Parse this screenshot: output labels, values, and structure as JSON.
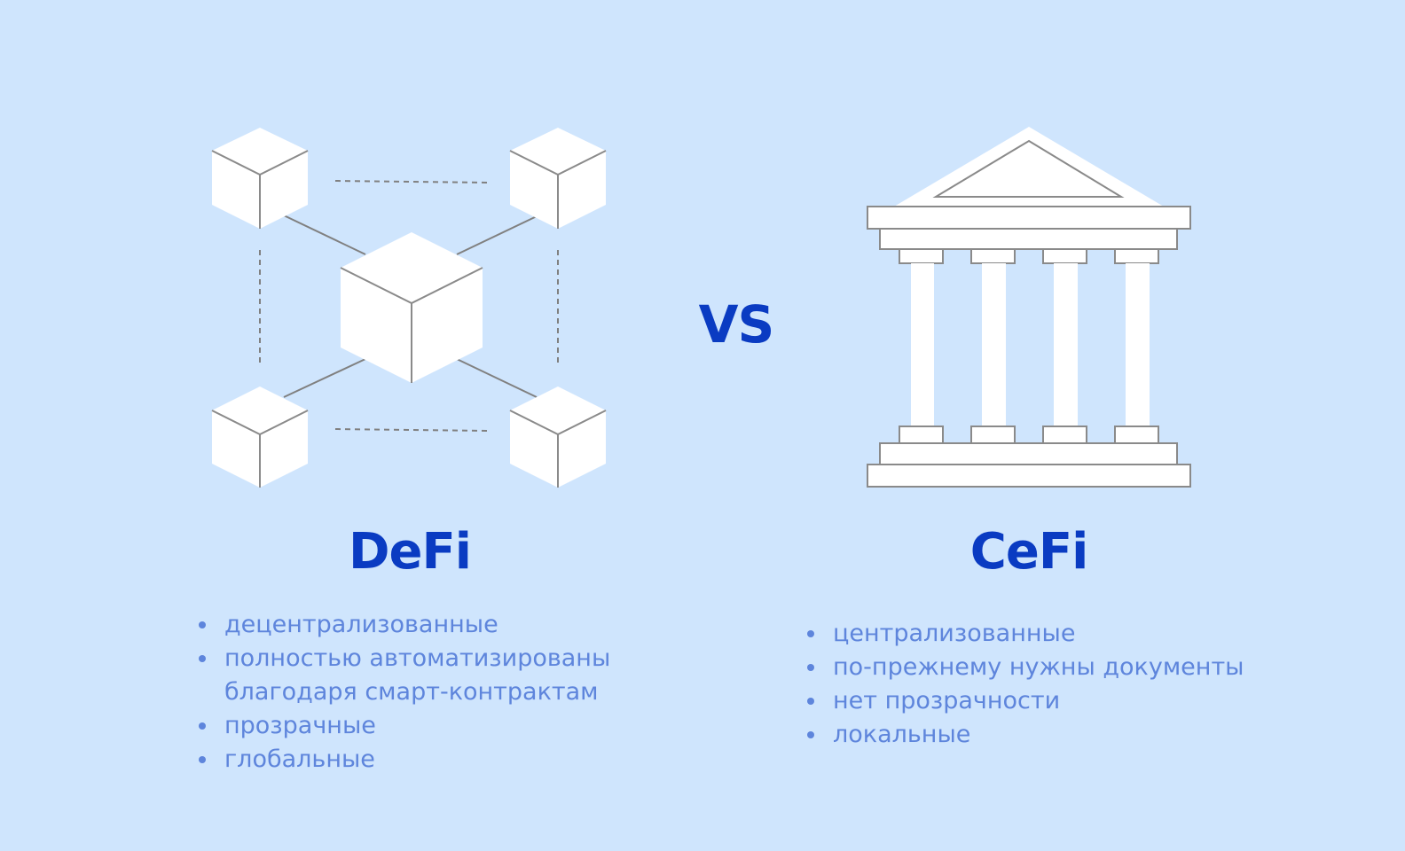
{
  "colors": {
    "background": "#CFE5FD",
    "heading": "#0A3BC2",
    "bullet_text": "#5E85DC",
    "shape_fill": "#FFFFFF",
    "shape_stroke": "#8A8A8A",
    "connector": "#808080"
  },
  "vs_label": "VS",
  "defi": {
    "icon": "blockchain-network-icon",
    "title": "DeFi",
    "items": [
      "децентрализованные",
      "полностью автоматизированы\nблагодаря смарт-контрактам",
      "прозрачные",
      "глобальные"
    ]
  },
  "cefi": {
    "icon": "bank-building-icon",
    "title": "CeFi",
    "items": [
      "централизованные",
      "по-прежнему нужны документы",
      "нет прозрачности",
      "локальные"
    ]
  }
}
